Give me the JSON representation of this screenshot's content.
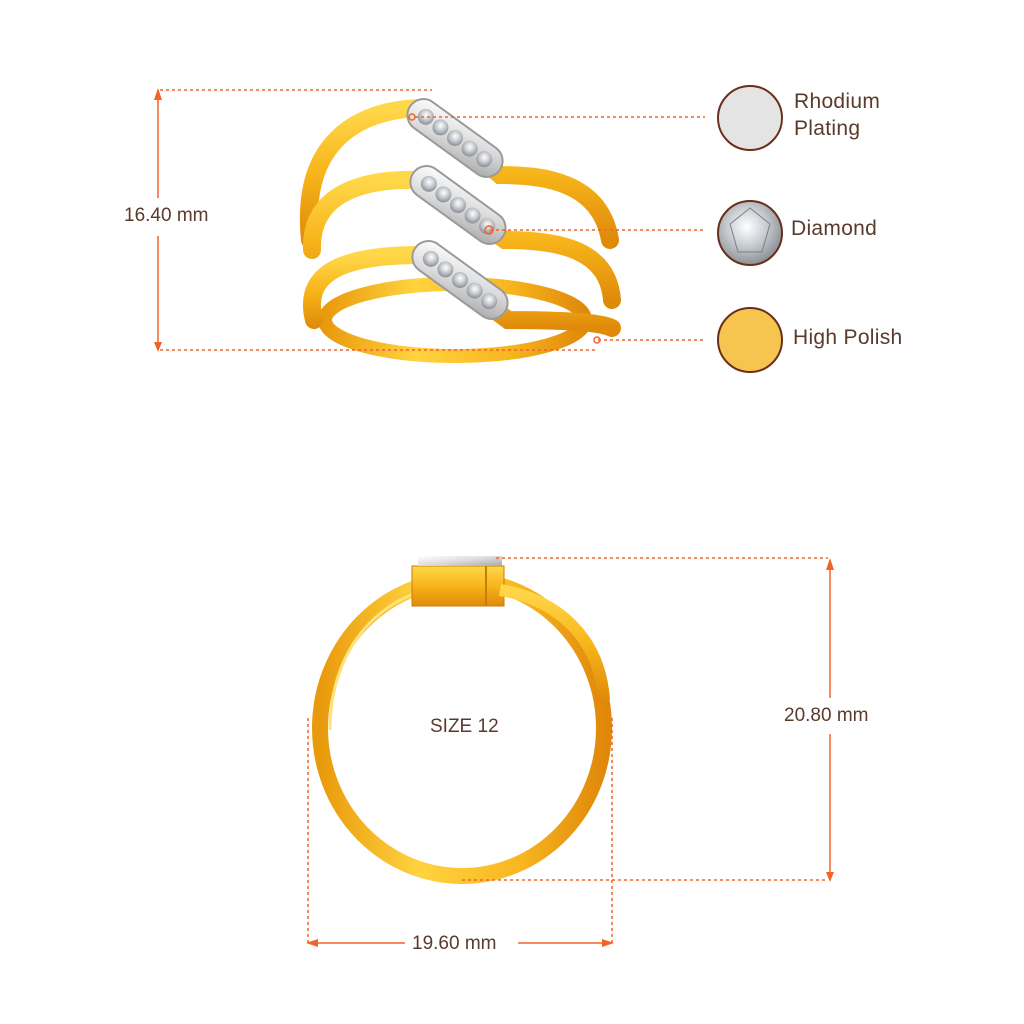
{
  "dimensions": {
    "height_top": "16.40 mm",
    "height_front": "20.80 mm",
    "width_front": "19.60 mm",
    "size": "SIZE 12"
  },
  "legend": [
    {
      "name": "rhodium",
      "label_line1": "Rhodium",
      "label_line2": "Plating",
      "swatch_color": "#e4e4e4",
      "icon": "rhodium-swatch-icon"
    },
    {
      "name": "diamond",
      "label_line1": "Diamond",
      "label_line2": "",
      "swatch_color": "#d8dde2",
      "icon": "diamond-swatch-icon"
    },
    {
      "name": "polish",
      "label_line1": "High Polish",
      "label_line2": "",
      "swatch_color": "#f6c54f",
      "icon": "gold-swatch-icon"
    }
  ],
  "colors": {
    "accent": "#f0642a",
    "text": "#5a3a2c",
    "swatch_border": "#6b2e1a",
    "gold_light": "#ffd84a",
    "gold_mid": "#f7b51a",
    "gold_dark": "#e08a0a",
    "metal_white": "#e8e8e8"
  }
}
